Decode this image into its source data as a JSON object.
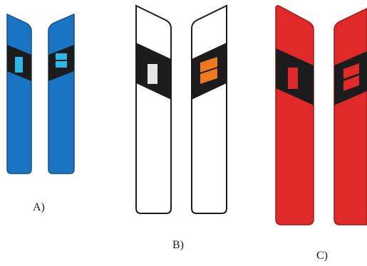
{
  "figure": {
    "groups": [
      {
        "label": "A)",
        "post_color": "#1A74C4",
        "band_color": "#1C1C1C",
        "reflector_color": "#2BB8E8",
        "reflector_left": "single",
        "reflector_right": "double"
      },
      {
        "label": "B)",
        "post_color": "#FFFFFF",
        "band_color": "#1C1C1C",
        "reflector_left_color": "#E6E6E6",
        "reflector_right_color": "#EE7A1C",
        "reflector_left": "single",
        "reflector_right": "double"
      },
      {
        "label": "C)",
        "post_color": "#E02A2A",
        "band_color": "#1C1C1C",
        "reflector_color": "#E02A2A",
        "reflector_left": "single",
        "reflector_right": "double"
      }
    ]
  }
}
